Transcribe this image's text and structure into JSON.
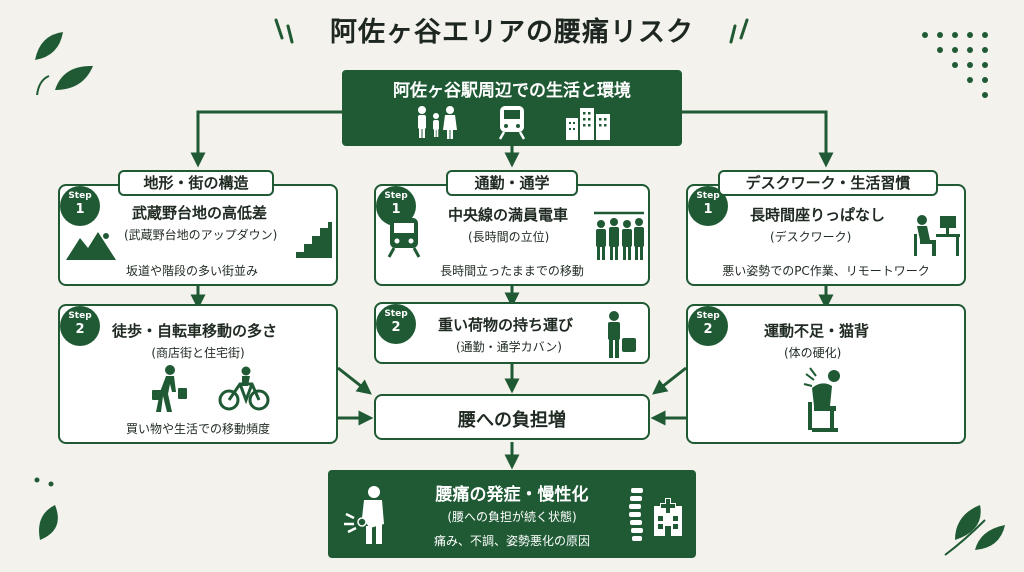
{
  "title": "阿佐ヶ谷エリアの腰痛リスク",
  "top": {
    "label": "阿佐ヶ谷駅周辺での生活と環境"
  },
  "steps": {
    "word": "Step",
    "one": "1",
    "two": "2"
  },
  "columns": [
    {
      "category": "地形・街の構造",
      "step1": {
        "title": "武蔵野台地の高低差",
        "subtitle": "(武蔵野台地のアップダウン)",
        "note": "坂道や階段の多い街並み"
      },
      "step2": {
        "title": "徒歩・自転車移動の多さ",
        "subtitle": "(商店街と住宅街)",
        "note": "買い物や生活での移動頻度"
      }
    },
    {
      "category": "通勤・通学",
      "step1": {
        "title": "中央線の満員電車",
        "subtitle": "(長時間の立位)",
        "note": "長時間立ったままでの移動"
      },
      "step2": {
        "title": "重い荷物の持ち運び",
        "subtitle": "(通勤・通学カバン)"
      }
    },
    {
      "category": "デスクワーク・生活習慣",
      "step1": {
        "title": "長時間座りっぱなし",
        "subtitle": "(デスクワーク)",
        "note": "悪い姿勢でのPC作業、リモートワーク"
      },
      "step2": {
        "title": "運動不足・猫背",
        "subtitle": "(体の硬化)"
      }
    }
  ],
  "burden": {
    "label": "腰への負担増"
  },
  "result": {
    "title": "腰痛の発症・慢性化",
    "subtitle": "(腰への負担が続く状態)",
    "note": "痛み、不調、姿勢悪化の原因"
  },
  "colors": {
    "primary": "#1f5a34",
    "background": "#f3f2ec"
  }
}
